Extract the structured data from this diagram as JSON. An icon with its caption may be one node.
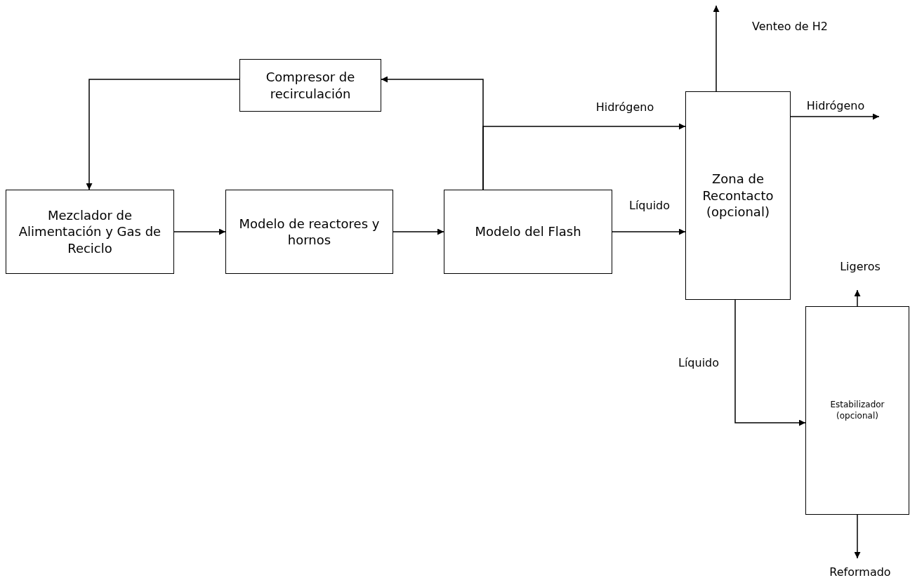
{
  "diagram": {
    "nodes": [
      {
        "text": [
          "Compresor de recirculación"
        ]
      },
      {
        "text": [
          "Mezclador de Alimentación y Gas de Reciclo"
        ]
      },
      {
        "text": [
          "Modelo de reactores y hornos"
        ]
      },
      {
        "text": [
          "Modelo del Flash"
        ]
      },
      {
        "text": [
          "Zona de Recontacto (opcional)"
        ]
      },
      {
        "text": [
          "Estabilizador (opcional)"
        ]
      }
    ],
    "edges": [
      {
        "from": 3,
        "to": 0,
        "arrow": "to"
      },
      {
        "from": 3,
        "to": 4,
        "arrow": "to",
        "label": "Hidrógeno"
      },
      {
        "from": 0,
        "to": 1,
        "arrow": "to"
      },
      {
        "from": 1,
        "to": 2,
        "arrow": "to"
      },
      {
        "from": 2,
        "to": 3,
        "arrow": "to"
      },
      {
        "from": 3,
        "to": 4,
        "arrow": "to",
        "label": "Líquido"
      },
      {
        "from": 4,
        "to": null,
        "arrow": "to",
        "label": "Venteo de H2"
      },
      {
        "from": 4,
        "to": null,
        "arrow": "to",
        "label": "Hidrógeno"
      },
      {
        "from": 4,
        "to": 5,
        "arrow": "to",
        "label": "Líquido"
      },
      {
        "from": 5,
        "to": null,
        "arrow": "to",
        "label": "Ligeros"
      },
      {
        "from": 5,
        "to": null,
        "arrow": "to",
        "label": "Reformado"
      }
    ]
  }
}
